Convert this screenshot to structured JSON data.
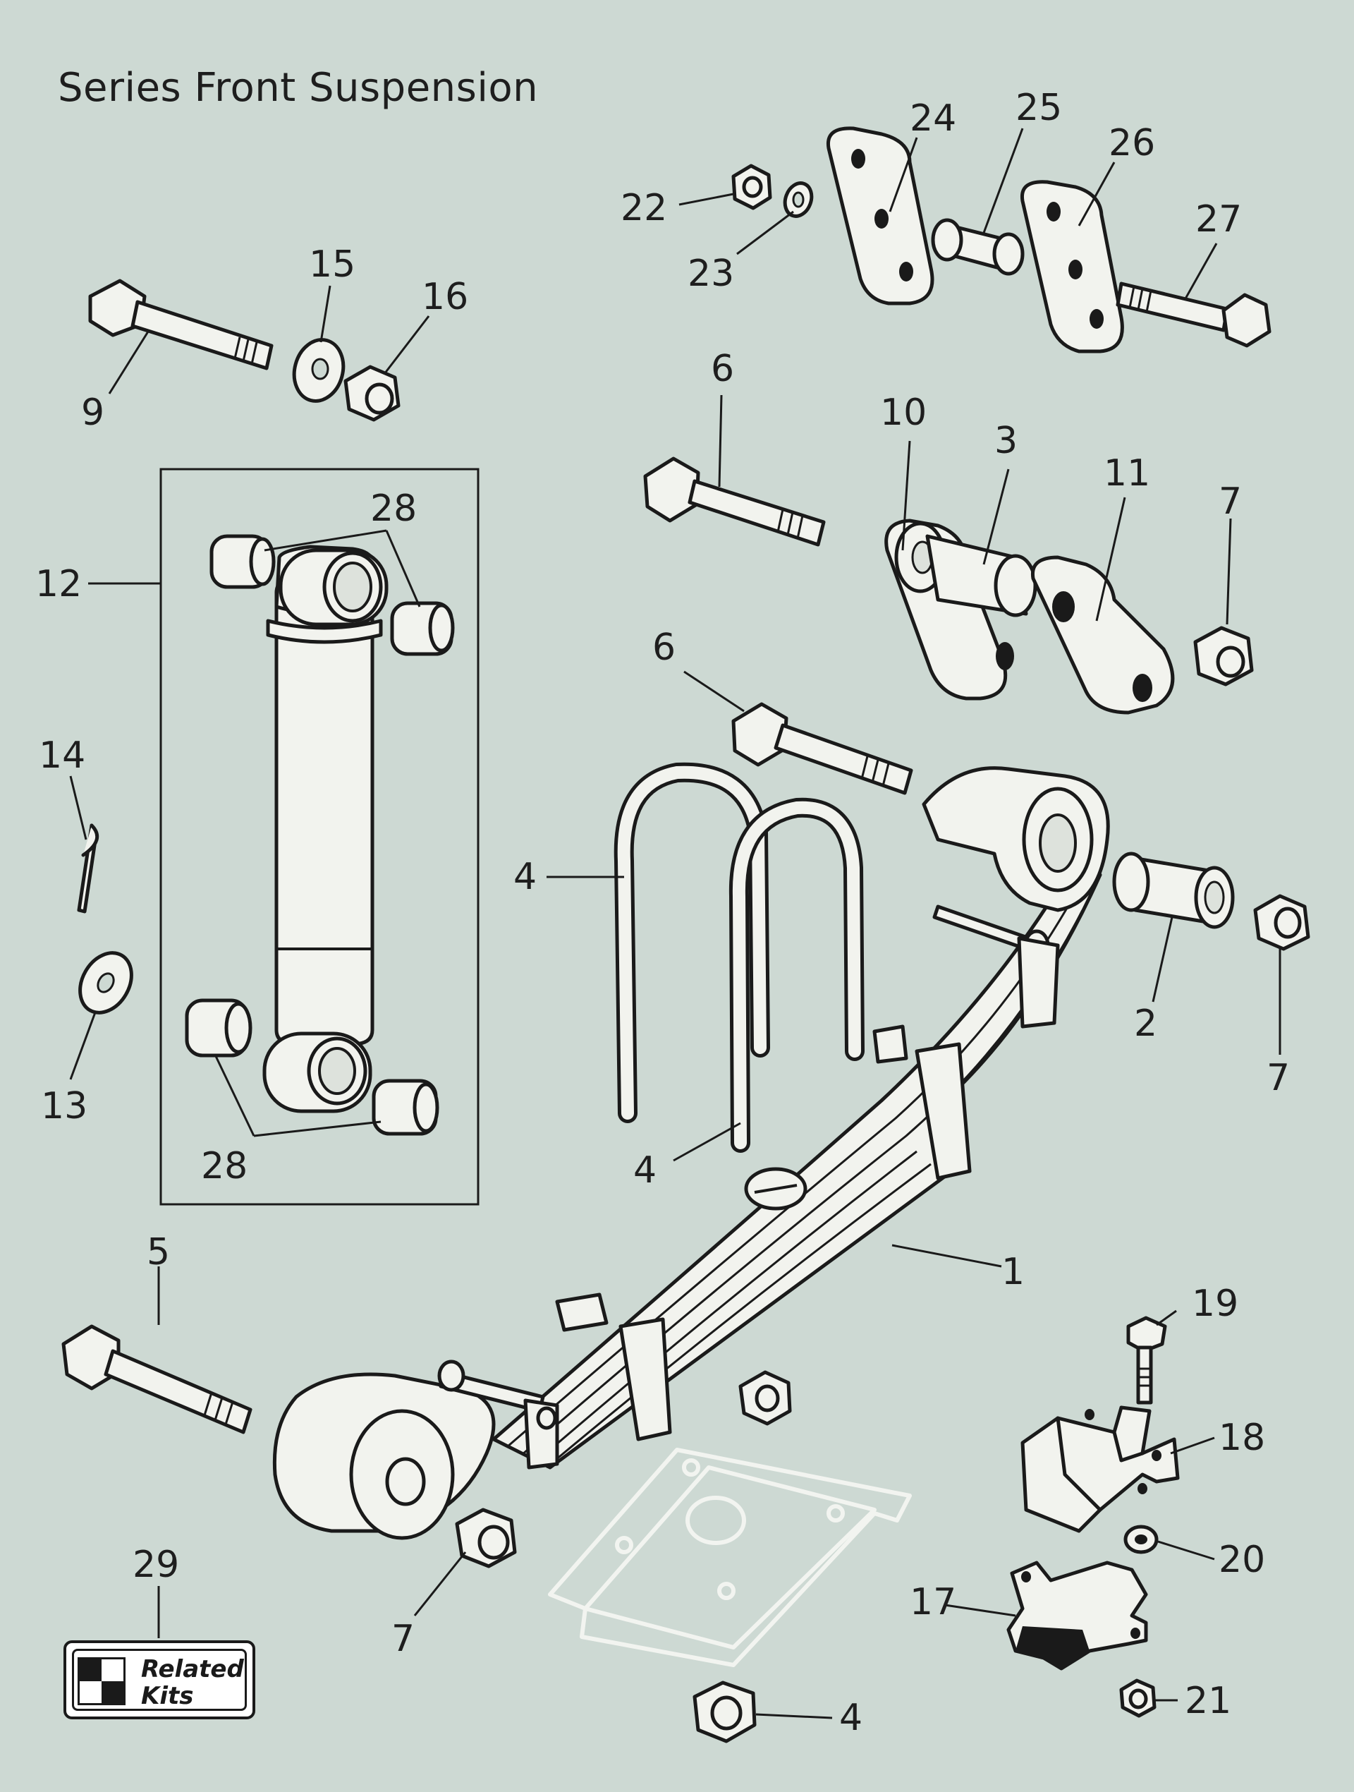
{
  "title": "Series Front Suspension",
  "colors": {
    "background": "#cdd9d3",
    "part_fill": "#f2f3ee",
    "outline": "#1a1a1a",
    "ghost_part": "#f2f4f0"
  },
  "callouts": {
    "n1": "1",
    "n2": "2",
    "n3": "3",
    "n4a": "4",
    "n4b": "4",
    "n4c": "4",
    "n5": "5",
    "n6a": "6",
    "n6b": "6",
    "n7a": "7",
    "n7b": "7",
    "n7c": "7",
    "n9": "9",
    "n10": "10",
    "n11": "11",
    "n12": "12",
    "n13": "13",
    "n14": "14",
    "n15": "15",
    "n16": "16",
    "n17": "17",
    "n18": "18",
    "n19": "19",
    "n20": "20",
    "n21": "21",
    "n22": "22",
    "n23": "23",
    "n24": "24",
    "n25": "25",
    "n26": "26",
    "n27": "27",
    "n28a": "28",
    "n28b": "28",
    "n29": "29"
  },
  "related_kits": {
    "line1": "Related",
    "line2": "Kits",
    "icon": "checkered-flag-icon"
  }
}
